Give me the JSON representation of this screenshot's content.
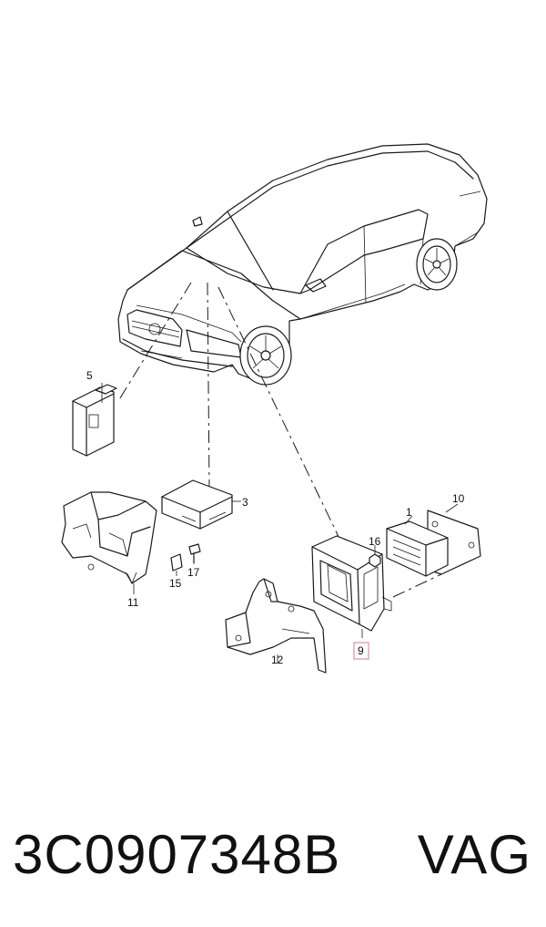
{
  "diagram": {
    "callouts": [
      {
        "id": "c1",
        "text": "1"
      },
      {
        "id": "c3",
        "text": "3"
      },
      {
        "id": "c5",
        "text": "5"
      },
      {
        "id": "c9",
        "text": "9"
      },
      {
        "id": "c10",
        "text": "10"
      },
      {
        "id": "c11",
        "text": "11"
      },
      {
        "id": "c12",
        "text": "12"
      },
      {
        "id": "c15",
        "text": "15"
      },
      {
        "id": "c16",
        "text": "16"
      },
      {
        "id": "c17",
        "text": "17"
      }
    ],
    "highlighted_callout": "9",
    "highlight_color": "#e0748a"
  },
  "footer": {
    "part_number": "3C0907348B",
    "brand": "VAG"
  }
}
